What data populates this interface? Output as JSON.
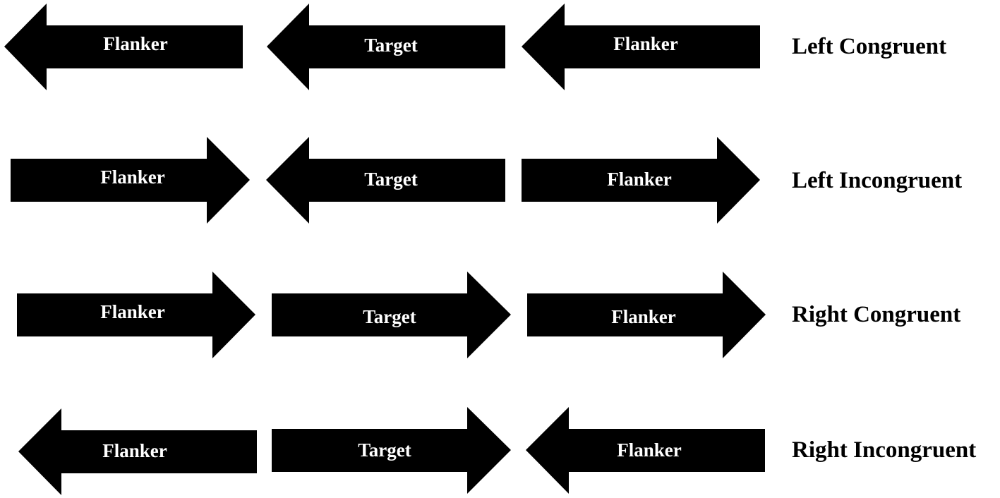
{
  "colors": {
    "arrow_fill": "#000000",
    "arrow_text": "#ffffff",
    "label_text": "#000000",
    "background": "#ffffff"
  },
  "rows": [
    {
      "condition": "Left Congruent",
      "arrows": [
        {
          "label": "Flanker",
          "direction": "left"
        },
        {
          "label": "Target",
          "direction": "left"
        },
        {
          "label": "Flanker",
          "direction": "left"
        }
      ]
    },
    {
      "condition": "Left Incongruent",
      "arrows": [
        {
          "label": "Flanker",
          "direction": "right"
        },
        {
          "label": "Target",
          "direction": "left"
        },
        {
          "label": "Flanker",
          "direction": "right"
        }
      ]
    },
    {
      "condition": "Right Congruent",
      "arrows": [
        {
          "label": "Flanker",
          "direction": "right"
        },
        {
          "label": "Target",
          "direction": "right"
        },
        {
          "label": "Flanker",
          "direction": "right"
        }
      ]
    },
    {
      "condition": "Right Incongruent",
      "arrows": [
        {
          "label": "Flanker",
          "direction": "left"
        },
        {
          "label": "Target",
          "direction": "right"
        },
        {
          "label": "Flanker",
          "direction": "left"
        }
      ]
    }
  ]
}
